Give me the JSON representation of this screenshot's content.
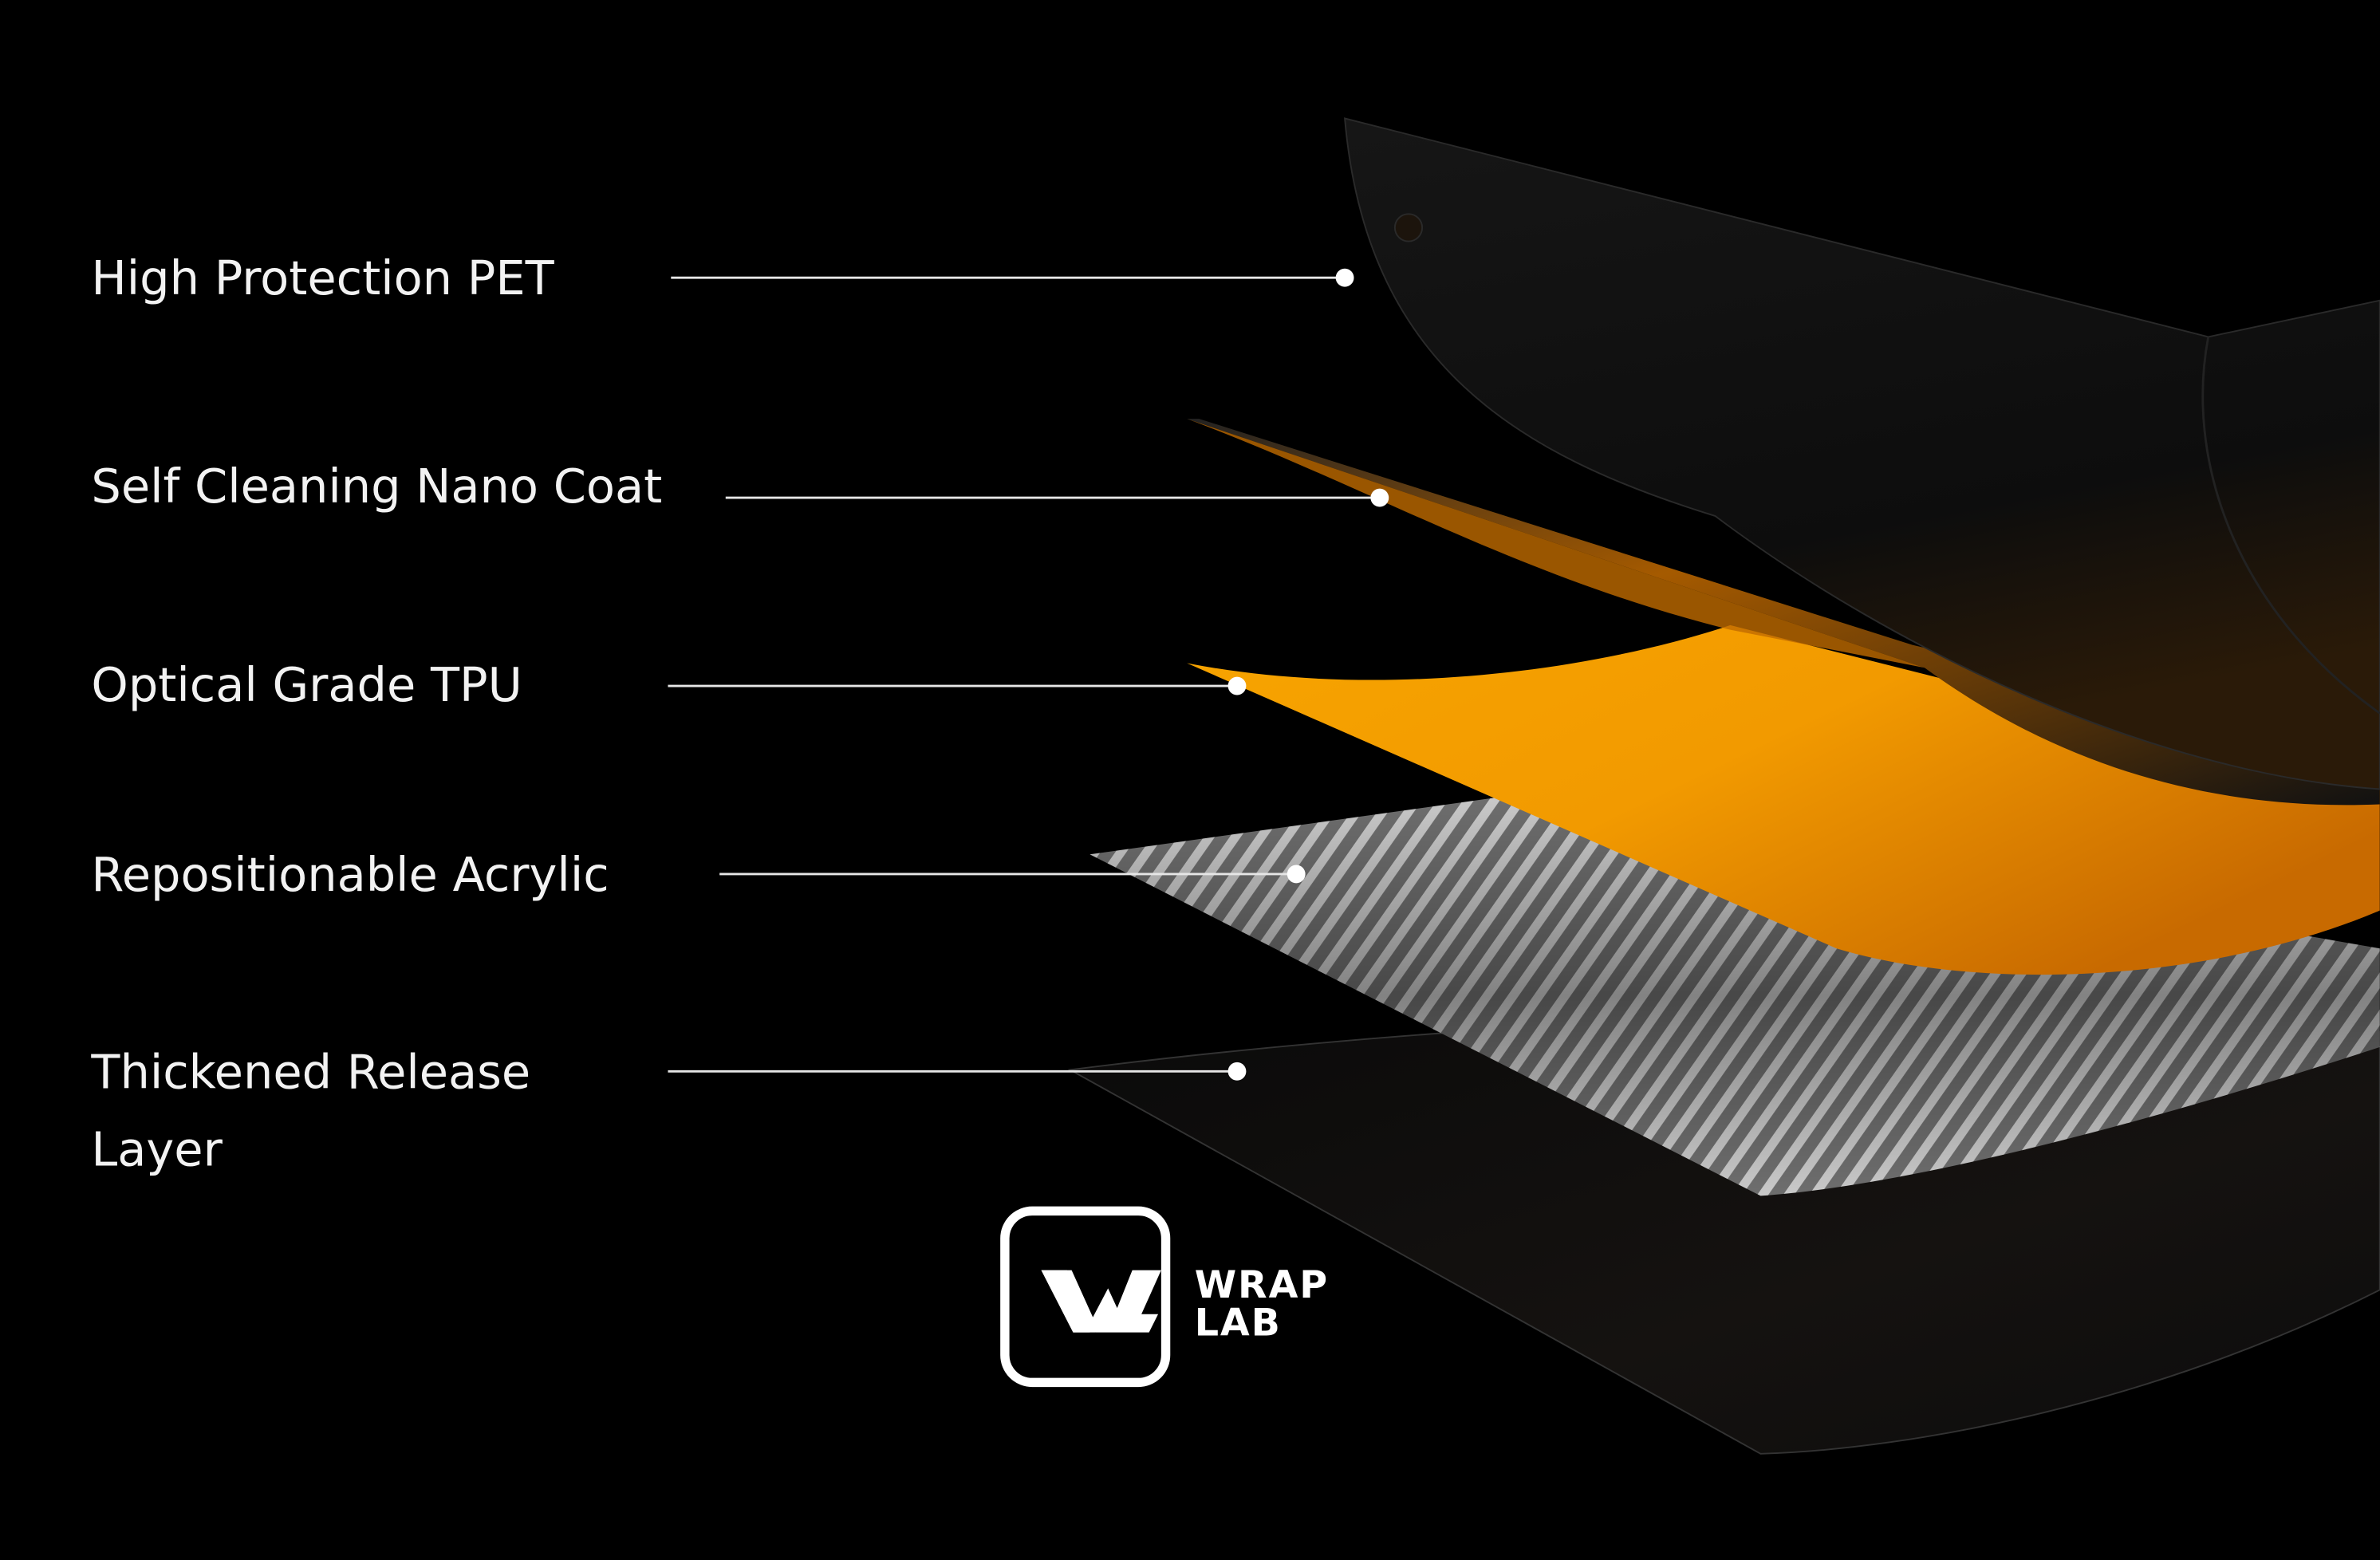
{
  "layers": [
    {
      "label": "High Protection PET"
    },
    {
      "label": "Self Cleaning Nano Coat"
    },
    {
      "label": "Optical Grade TPU"
    },
    {
      "label": "Repositionable Acrylic"
    },
    {
      "label_line1": "Thickened Release",
      "label_line2": "Layer"
    }
  ],
  "logo": {
    "monogram": "WL",
    "line1": "WRAP",
    "line2": "LAB"
  },
  "colors": {
    "background": "#000000",
    "accent": "#f5a000",
    "text": "#f2f2f2"
  }
}
